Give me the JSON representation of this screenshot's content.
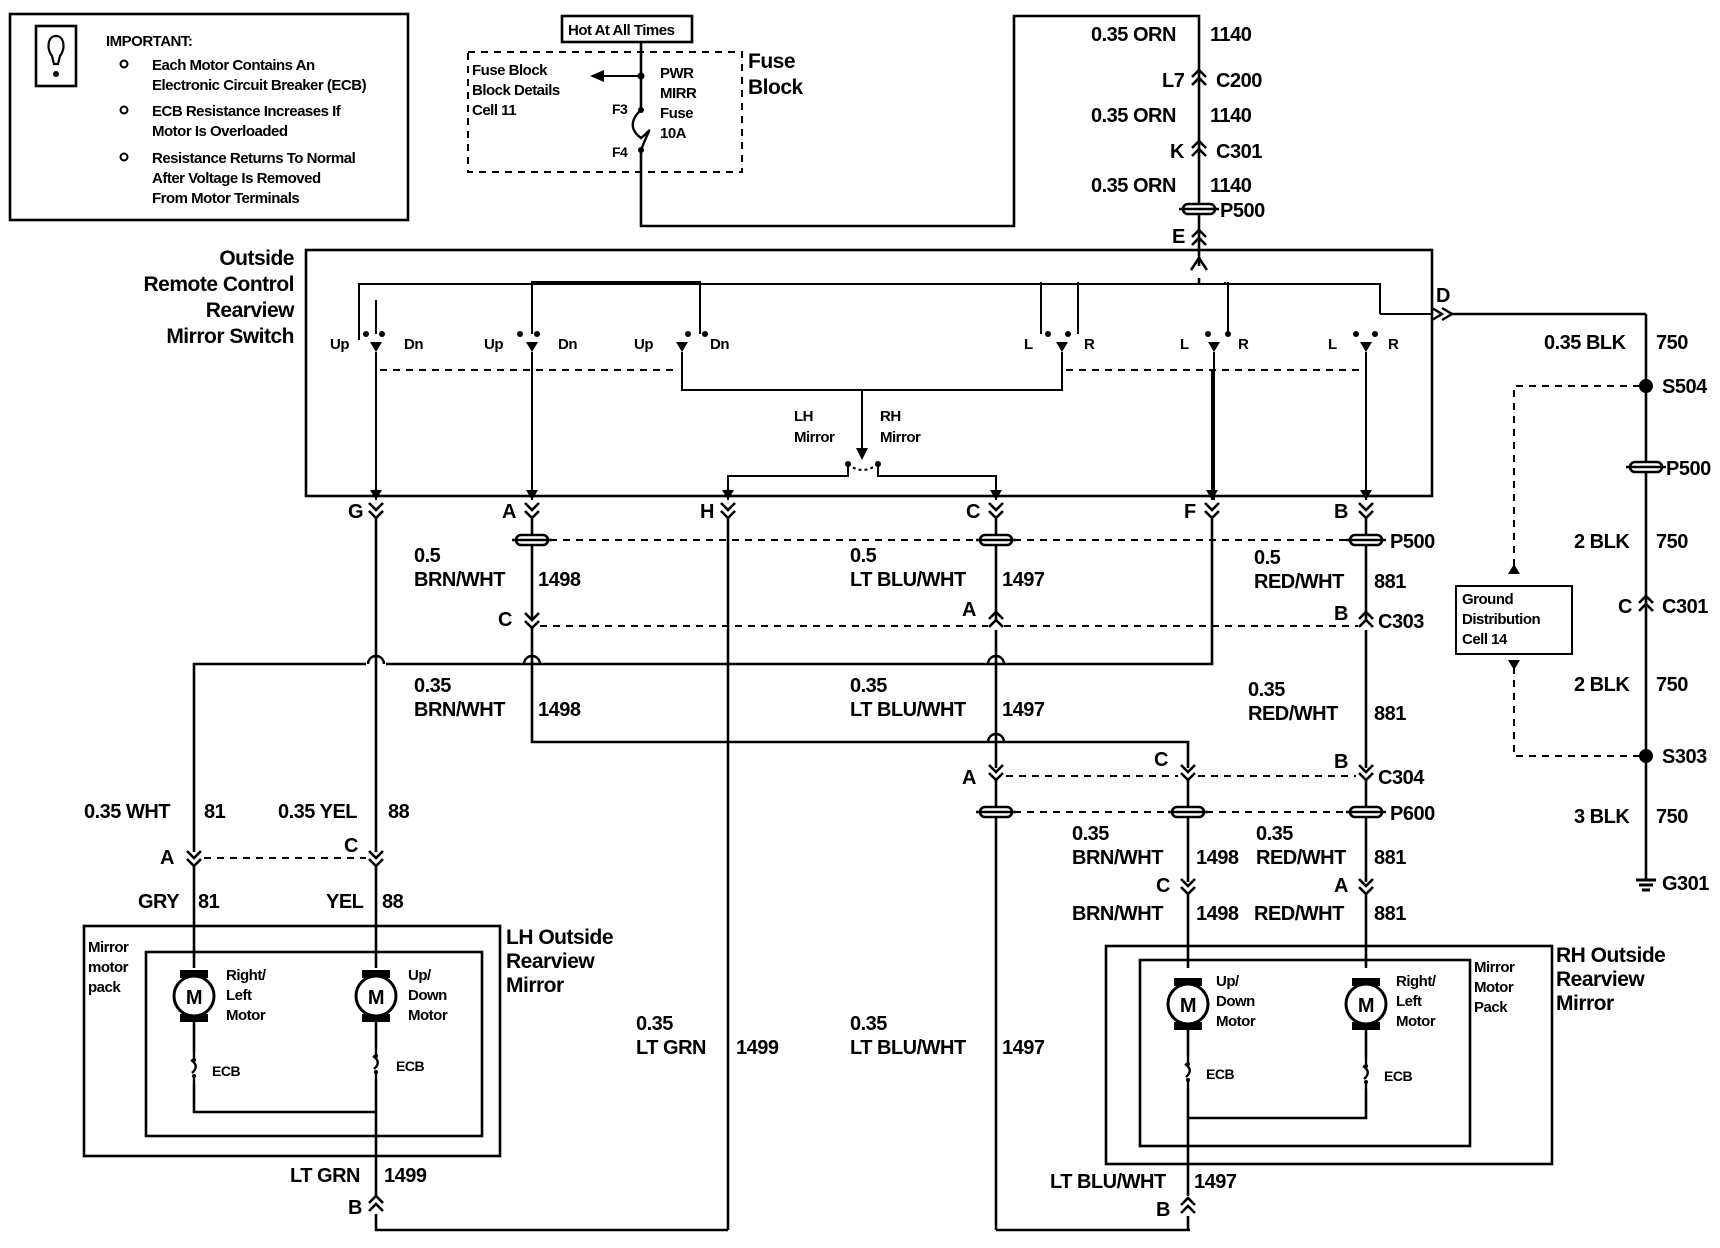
{
  "important": {
    "title": "IMPORTANT:",
    "notes": [
      [
        "Each Motor Contains An",
        "Electronic Circuit Breaker (ECB)"
      ],
      [
        "ECB Resistance Increases If",
        "Motor Is Overloaded"
      ],
      [
        "Resistance Returns To Normal",
        "After Voltage Is Removed",
        "From Motor Terminals"
      ]
    ]
  },
  "fuse_block": {
    "hot_label": "Hot At All Times",
    "details": [
      "Fuse Block",
      "Block Details",
      "Cell 11"
    ],
    "fuse": [
      "PWR",
      "MIRR",
      "Fuse",
      "10A"
    ],
    "term_top": "F3",
    "term_bot": "F4",
    "name": [
      "Fuse",
      "Block"
    ]
  },
  "feed": [
    {
      "size": "0.35 ORN",
      "circuit": "1140"
    },
    {
      "pin": "L7",
      "conn": "C200"
    },
    {
      "size": "0.35 ORN",
      "circuit": "1140"
    },
    {
      "pin": "K",
      "conn": "C301"
    },
    {
      "size": "0.35 ORN",
      "circuit": "1140"
    },
    {
      "conn": "P500"
    },
    {
      "pin": "E"
    }
  ],
  "switch": {
    "name": [
      "Outside",
      "Remote Control",
      "Rearview",
      "Mirror Switch"
    ],
    "updn": [
      "Up",
      "Dn"
    ],
    "lr": [
      "L",
      "R"
    ],
    "lh": [
      "LH",
      "Mirror"
    ],
    "rh": [
      "RH",
      "Mirror"
    ],
    "pins": [
      "G",
      "A",
      "H",
      "C",
      "F",
      "B",
      "D"
    ]
  },
  "ground": {
    "wire1": {
      "size": "0.35 BLK",
      "circuit": "750"
    },
    "s504": "S504",
    "p500": "P500",
    "wire2": {
      "size": "2 BLK",
      "circuit": "750"
    },
    "c301": {
      "pin": "C",
      "conn": "C301"
    },
    "wire3": {
      "size": "2 BLK",
      "circuit": "750"
    },
    "s303": "S303",
    "wire4": {
      "size": "3 BLK",
      "circuit": "750"
    },
    "g301": "G301",
    "dist": [
      "Ground",
      "Distribution",
      "Cell 14"
    ]
  },
  "mid": {
    "p500": "P500",
    "w1": {
      "size": "0.5",
      "color": "BRN/WHT",
      "circuit": "1498"
    },
    "w2": {
      "size": "0.5",
      "color": "LT BLU/WHT",
      "circuit": "1497"
    },
    "w3": {
      "size": "0.5",
      "color": "RED/WHT",
      "circuit": "881"
    },
    "c303": {
      "conn": "C303",
      "pins": [
        "C",
        "A",
        "B"
      ]
    },
    "w4": {
      "size": "0.35",
      "color": "BRN/WHT",
      "circuit": "1498"
    },
    "w5": {
      "size": "0.35",
      "color": "LT BLU/WHT",
      "circuit": "1497"
    },
    "w6": {
      "size": "0.35",
      "color": "RED/WHT",
      "circuit": "881"
    },
    "c304": {
      "conn": "C304",
      "pins": [
        "A",
        "C",
        "B"
      ]
    },
    "p600": "P600",
    "w7": {
      "size": "0.35",
      "color": "BRN/WHT",
      "circuit": "1498"
    },
    "w8": {
      "size": "0.35",
      "color": "RED/WHT",
      "circuit": "881"
    },
    "rpins": [
      "C",
      "A"
    ],
    "w9": {
      "color": "BRN/WHT",
      "circuit": "1498"
    },
    "w10": {
      "color": "RED/WHT",
      "circuit": "881"
    },
    "w11": {
      "size": "0.35",
      "color": "LT GRN",
      "circuit": "1499"
    },
    "w12": {
      "size": "0.35",
      "color": "LT BLU/WHT",
      "circuit": "1497"
    }
  },
  "lh": {
    "w1": {
      "size": "0.35 WHT",
      "circuit": "81"
    },
    "w2": {
      "size": "0.35 YEL",
      "circuit": "88"
    },
    "pins": [
      "A",
      "C"
    ],
    "w3": {
      "color": "GRY",
      "circuit": "81"
    },
    "w4": {
      "color": "YEL",
      "circuit": "88"
    },
    "pack": [
      "Mirror",
      "motor",
      "pack"
    ],
    "m1": [
      "Right/",
      "Left",
      "Motor"
    ],
    "m2": [
      "Up/",
      "Down",
      "Motor"
    ],
    "ecb": "ECB",
    "motor": "M",
    "name": [
      "LH Outside",
      "Rearview",
      "Mirror"
    ],
    "bottom": {
      "color": "LT GRN",
      "circuit": "1499",
      "pin": "B"
    }
  },
  "rh": {
    "pack": [
      "Mirror",
      "Motor",
      "Pack"
    ],
    "m1": [
      "Up/",
      "Down",
      "Motor"
    ],
    "m2": [
      "Right/",
      "Left",
      "Motor"
    ],
    "ecb": "ECB",
    "motor": "M",
    "name": [
      "RH Outside",
      "Rearview",
      "Mirror"
    ],
    "bottom": {
      "color": "LT BLU/WHT",
      "circuit": "1497",
      "pin": "B"
    }
  }
}
